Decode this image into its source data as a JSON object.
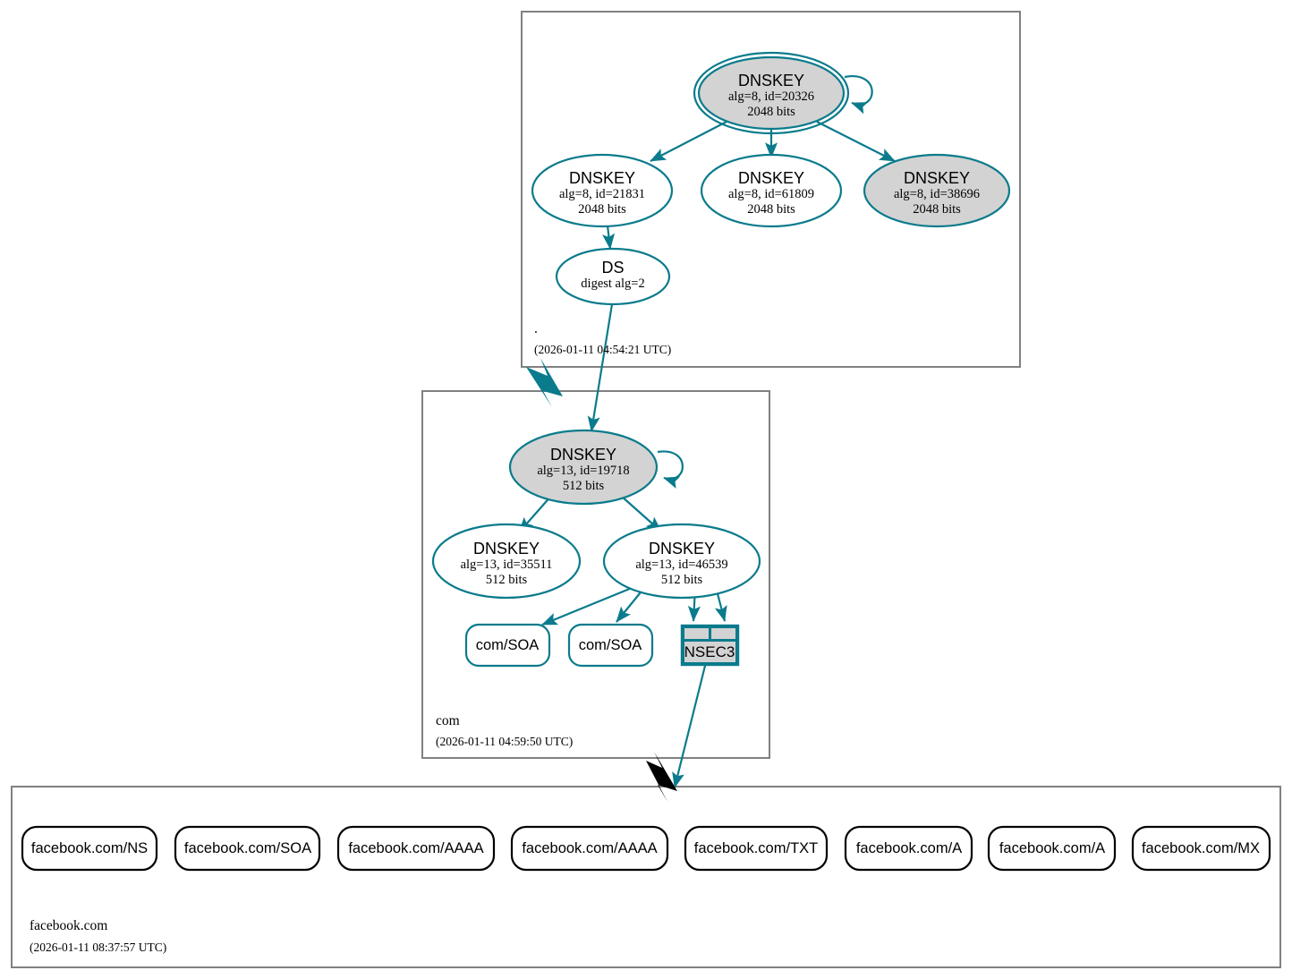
{
  "diagram": {
    "kind": "dnssec-authentication-chain",
    "accent_color": "#0a7b8c",
    "fill_secure_color": "#d3d3d3",
    "zone_border_color": "#808080",
    "leaf_border_color": "#000000"
  },
  "zones": [
    {
      "id": "root",
      "name": ".",
      "timestamp": "(2026-01-11 04:54:21 UTC)",
      "nodes": [
        {
          "id": "root-ksk-20326",
          "type": "DNSKEY",
          "title": "DNSKEY",
          "params": "alg=8, id=20326",
          "bits": "2048 bits",
          "trust_anchor": true,
          "secure": true
        },
        {
          "id": "root-zsk-21831",
          "type": "DNSKEY",
          "title": "DNSKEY",
          "params": "alg=8, id=21831",
          "bits": "2048 bits",
          "trust_anchor": false,
          "secure": false
        },
        {
          "id": "root-zsk-61809",
          "type": "DNSKEY",
          "title": "DNSKEY",
          "params": "alg=8, id=61809",
          "bits": "2048 bits",
          "trust_anchor": false,
          "secure": false
        },
        {
          "id": "root-zsk-38696",
          "type": "DNSKEY",
          "title": "DNSKEY",
          "params": "alg=8, id=38696",
          "bits": "2048 bits",
          "trust_anchor": false,
          "secure": true
        },
        {
          "id": "root-ds",
          "type": "DS",
          "title": "DS",
          "params": "digest alg=2",
          "bits": "",
          "trust_anchor": false,
          "secure": false
        }
      ]
    },
    {
      "id": "com",
      "name": "com",
      "timestamp": "(2026-01-11 04:59:50 UTC)",
      "nodes": [
        {
          "id": "com-ksk-19718",
          "type": "DNSKEY",
          "title": "DNSKEY",
          "params": "alg=13, id=19718",
          "bits": "512 bits",
          "trust_anchor": false,
          "secure": true
        },
        {
          "id": "com-zsk-35511",
          "type": "DNSKEY",
          "title": "DNSKEY",
          "params": "alg=13, id=35511",
          "bits": "512 bits",
          "trust_anchor": false,
          "secure": false
        },
        {
          "id": "com-zsk-46539",
          "type": "DNSKEY",
          "title": "DNSKEY",
          "params": "alg=13, id=46539",
          "bits": "512 bits",
          "trust_anchor": false,
          "secure": false
        },
        {
          "id": "com-soa-1",
          "type": "RRset",
          "title": "com/SOA"
        },
        {
          "id": "com-soa-2",
          "type": "RRset",
          "title": "com/SOA"
        },
        {
          "id": "com-nsec3",
          "type": "NSEC3",
          "title": "NSEC3"
        }
      ]
    },
    {
      "id": "facebook",
      "name": "facebook.com",
      "timestamp": "(2026-01-11 08:37:57 UTC)",
      "nodes": [
        {
          "id": "fb-ns",
          "type": "RRset",
          "title": "facebook.com/NS"
        },
        {
          "id": "fb-soa",
          "type": "RRset",
          "title": "facebook.com/SOA"
        },
        {
          "id": "fb-aaaa1",
          "type": "RRset",
          "title": "facebook.com/AAAA"
        },
        {
          "id": "fb-aaaa2",
          "type": "RRset",
          "title": "facebook.com/AAAA"
        },
        {
          "id": "fb-txt",
          "type": "RRset",
          "title": "facebook.com/TXT"
        },
        {
          "id": "fb-a1",
          "type": "RRset",
          "title": "facebook.com/A"
        },
        {
          "id": "fb-a2",
          "type": "RRset",
          "title": "facebook.com/A"
        },
        {
          "id": "fb-mx",
          "type": "RRset",
          "title": "facebook.com/MX"
        }
      ]
    }
  ]
}
